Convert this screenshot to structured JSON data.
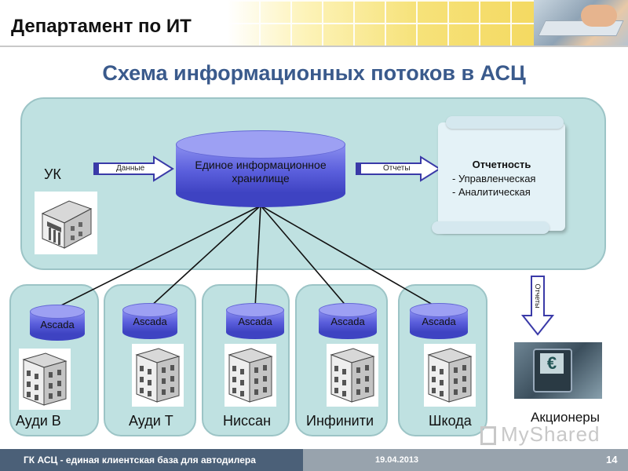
{
  "header": {
    "department": "Департамент по ИТ"
  },
  "title": "Схема информационных потоков в АСЦ",
  "center": {
    "uk_label": "УК",
    "storage_label": "Единое информационное хранилище",
    "in_arrow_label": "Данные",
    "out_arrow_label": "Отчеты"
  },
  "reporting": {
    "title": "Отчетность",
    "items": [
      "- Управленческая",
      "- Аналитическая"
    ]
  },
  "dealers": [
    {
      "system": "Ascada",
      "name": "Ауди В"
    },
    {
      "system": "Ascada",
      "name": "Ауди Т"
    },
    {
      "system": "Ascada",
      "name": "Ниссан"
    },
    {
      "system": "Ascada",
      "name": "Инфинити"
    },
    {
      "system": "Ascada",
      "name": "Шкода"
    }
  ],
  "shareholders": {
    "arrow_label": "Отчеты",
    "label": "Акционеры",
    "photo_symbol": "€"
  },
  "watermark": "MyShared",
  "footer": {
    "text": "ГК АСЦ - единая клиентская база для автодилера",
    "date": "19.04.2013",
    "page": "14"
  },
  "colors": {
    "panel": "#bfe1e1",
    "cylinder": "#5b5fdc",
    "title": "#3a5a8c",
    "footer_left": "#4b6078",
    "footer_right": "#98a3ad"
  }
}
